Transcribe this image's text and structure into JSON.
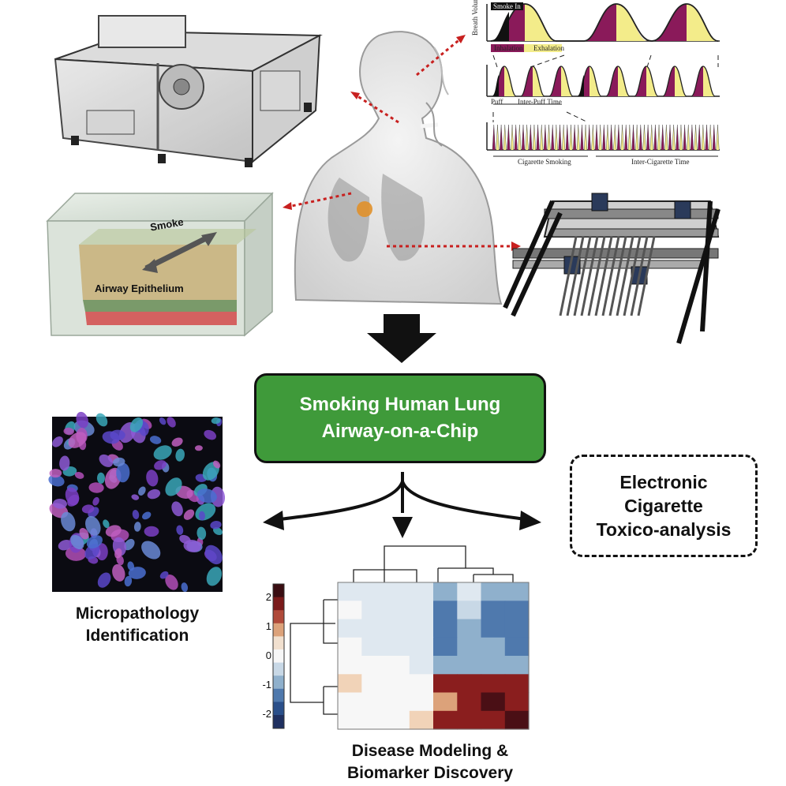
{
  "breath_chart": {
    "y_label": "Breath Volume",
    "smoke_in": "Smoke In",
    "inhalation": "Inhalation",
    "exhalation": "Exhalation",
    "puff": "Puff",
    "inter_puff_time": "Inter-Puff Time",
    "cigarette_smoking": "Cigarette Smoking",
    "inter_cigarette_time": "Inter-Cigarette Time"
  },
  "chip_model": {
    "smoke_label": "Smoke",
    "epithelium_label": "Airway Epithelium"
  },
  "center_box": {
    "line1": "Smoking Human Lung",
    "line2": "Airway-on-a-Chip"
  },
  "side_box": {
    "line1": "Electronic",
    "line2": "Cigarette",
    "line3": "Toxico-analysis"
  },
  "captions": {
    "micro_line1": "Micropathology",
    "micro_line2": "Identification",
    "disease_line1": "Disease Modeling &",
    "disease_line2": "Biomarker Discovery"
  },
  "heatmap": {
    "colorbar_ticks": [
      "2",
      "1",
      "0",
      "-1",
      "-2"
    ],
    "colors": {
      "high": "#7a1a1a",
      "mid": "#f7f7f7",
      "low": "#1f3f7a"
    }
  }
}
